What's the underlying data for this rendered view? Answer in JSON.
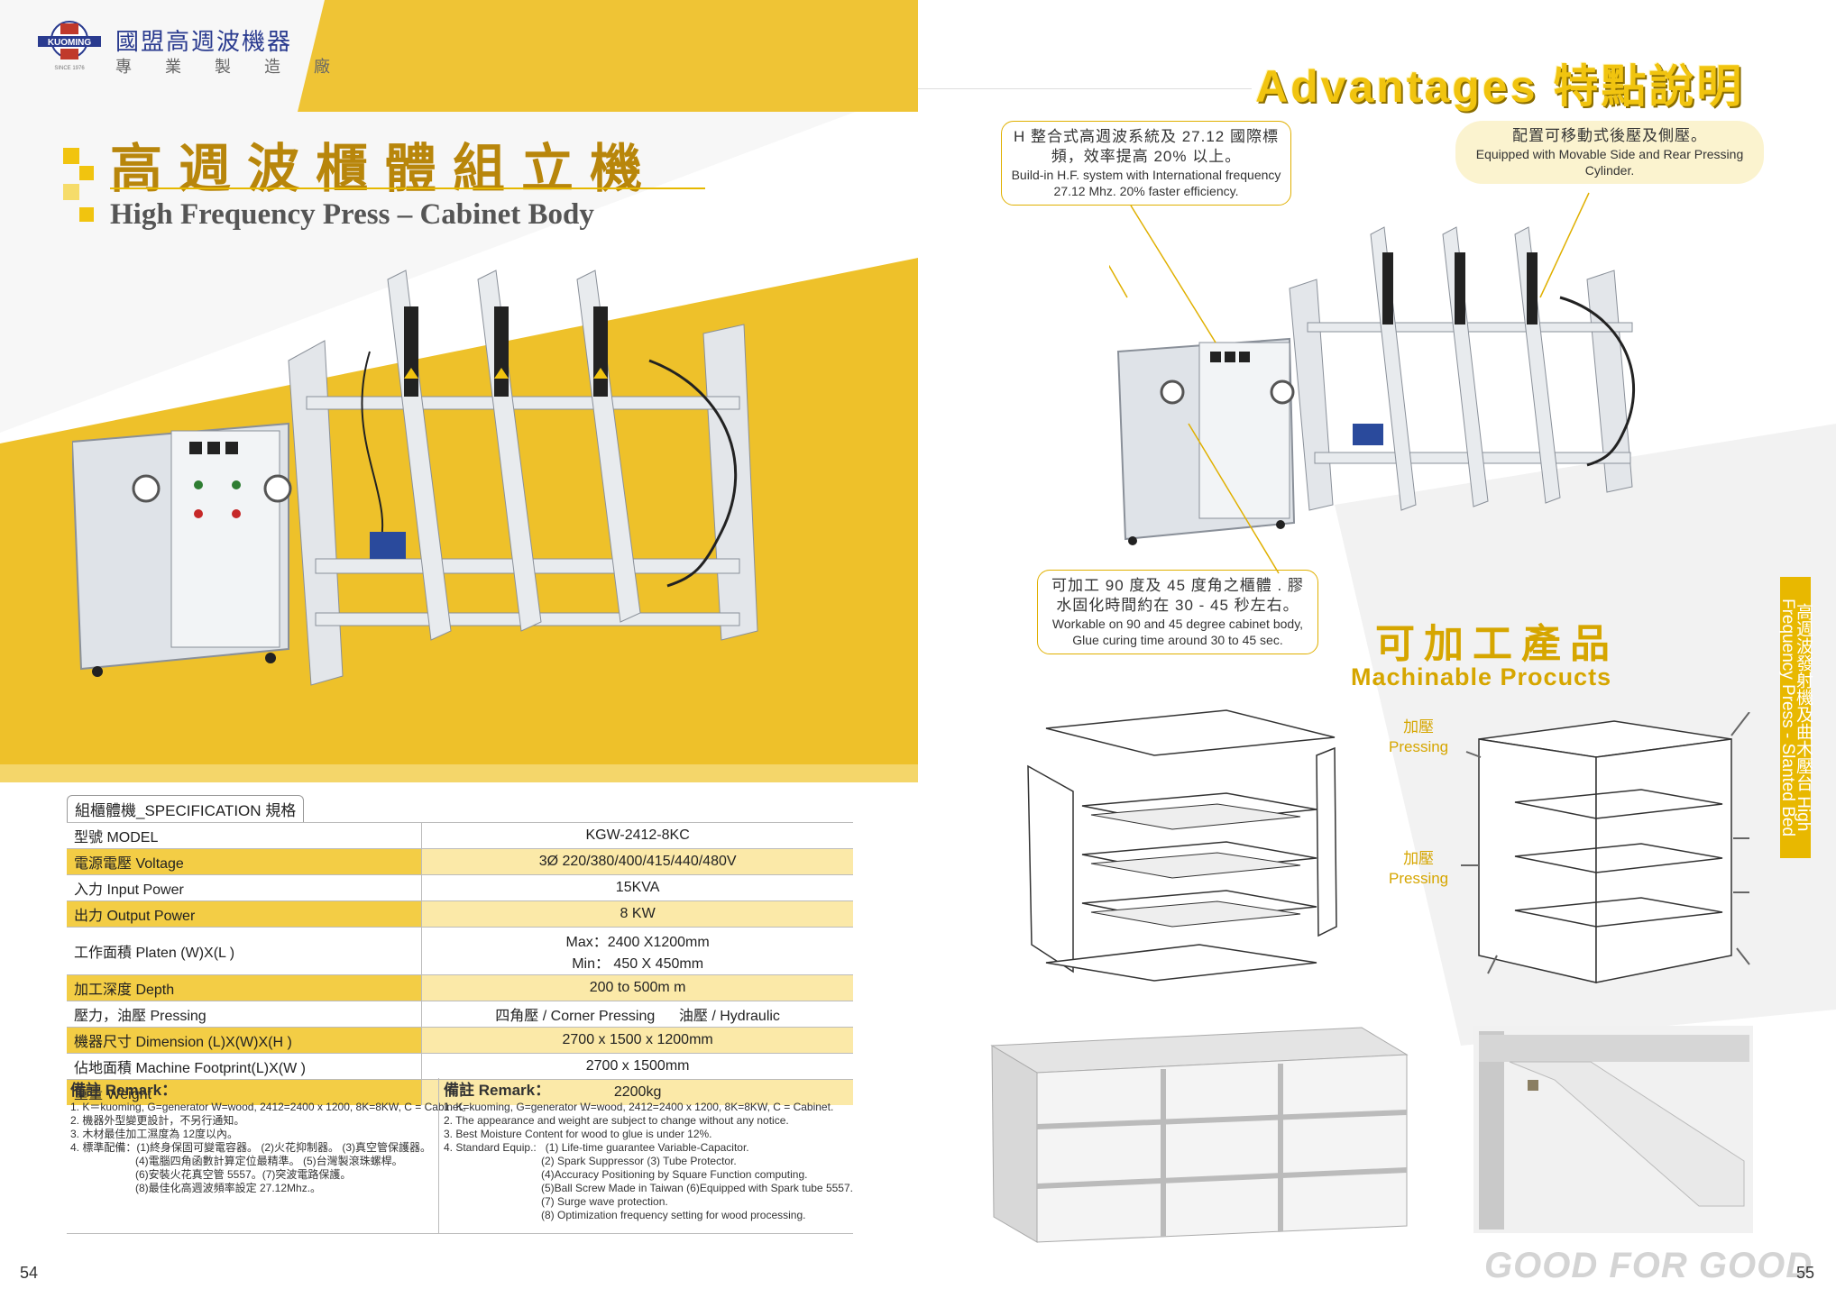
{
  "company": {
    "logo_text": "KUOMING",
    "logo_since": "SINCE 1976",
    "name": "國盟高週波機器",
    "tagline": "專 業 製 造 廠"
  },
  "product": {
    "title_cn": "高週波櫃體組立機",
    "title_en": "High Frequency Press – Cabinet Body"
  },
  "spec": {
    "header": "組櫃體機_SPECIFICATION 規格",
    "rows": [
      {
        "label": "型號 MODEL",
        "value": "KGW-2412-8KC"
      },
      {
        "label": "電源電壓 Voltage",
        "value": "3Ø  220/380/400/415/440/480V"
      },
      {
        "label": "入力 Input Power",
        "value": "15KVA"
      },
      {
        "label": "出力 Output Power",
        "value": "8 KW"
      },
      {
        "label": "工作面積 Platen (W)X(L )",
        "value": "Max：2400 X1200mm",
        "value2": "Min：  450 X 450mm"
      },
      {
        "label": "加工深度 Depth",
        "value": "200 to 500m m"
      },
      {
        "label": "壓力，油壓 Pressing",
        "value": "四角壓 / Corner Pressing      油壓 / Hydraulic"
      },
      {
        "label": "機器尺寸 Dimension (L)X(W)X(H )",
        "value": "2700 x 1500 x 1200mm"
      },
      {
        "label": "佔地面積 Machine Footprint(L)X(W )",
        "value": "2700 x 1500mm"
      },
      {
        "label": "重量 Weight",
        "value": "2200kg"
      }
    ]
  },
  "remark_cn": {
    "title": "備註 Remark：",
    "lines": [
      "1. K＝kuoming, G=generator W=wood, 2412=2400 x 1200, 8K=8KW, C = Cabinet。",
      "2. 機器外型變更設計，不另行通知。",
      "3. 木材最佳加工濕度為 12度以內。",
      "4. 標準配備：(1)終身保固可變電容器。 (2)火花抑制器。 (3)真空管保護器。",
      "　　　　　　(4)電腦四角函數計算定位最精準。 (5)台灣製滾珠螺桿。",
      "　　　　　　(6)安裝火花真空管 5557。(7)突波電路保護。",
      "　　　　　　(8)最佳化高週波頻率設定 27.12Mhz.。"
    ]
  },
  "remark_en": {
    "title": "備註 Remark：",
    "lines": [
      "1. K=kuoming, G=generator W=wood, 2412=2400 x 1200, 8K=8KW, C = Cabinet.",
      "2. The appearance and weight are subject to change without any notice.",
      "3. Best Moisture Content for wood to glue is under 12%.",
      "4. Standard Equip.:   (1) Life-time guarantee Variable-Capacitor.",
      "　　　　　　　　　(2) Spark Suppressor (3) Tube Protector.",
      "　　　　　　　　　(4)Accuracy Positioning by Square Function computing.",
      "　　　　　　　　　(5)Ball Screw Made in Taiwan (6)Equipped with Spark tube 5557.",
      "　　　　　　　　　(7) Surge wave protection.",
      "　　　　　　　　　(8) Optimization frequency setting for wood processing."
    ]
  },
  "advantages": {
    "title": "Advantages 特點說明",
    "callout1_cn": "H 整合式高週波系統及 27.12 國際標頻，效率提高 20% 以上。",
    "callout1_en": "Build-in H.F. system with International frequency 27.12 Mhz. 20% faster efficiency.",
    "callout2_cn": "配置可移動式後壓及側壓。",
    "callout2_en": "Equipped with Movable Side and Rear Pressing Cylinder.",
    "callout3_cn": "可加工 90 度及 45 度角之櫃體 . 膠水固化時間約在 30 - 45 秒左右。",
    "callout3_en": "Workable on 90 and 45 degree cabinet body, Glue curing time around 30 to 45 sec."
  },
  "machinable": {
    "title_cn": "可加工產品",
    "title_en": "Machinable Procucts",
    "pressing_cn": "加壓",
    "pressing_en": "Pressing"
  },
  "side_tab": "高週波發射機及曲木壓台 High Frequency Press - Slanted Bed",
  "footer": {
    "page_left": "54",
    "page_right": "55",
    "slogan": "GOOD FOR GOOD"
  },
  "colors": {
    "accent": "#f1c40f",
    "band": "#eec12a",
    "table_highlight": "#f3cd45"
  }
}
